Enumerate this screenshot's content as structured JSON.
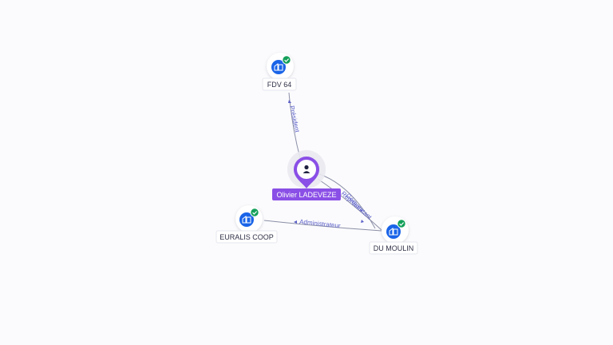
{
  "graph": {
    "colors": {
      "company_icon": "#1a64e8",
      "check_badge": "#14a05a",
      "person_pin": "#8a4fe6",
      "person_label_bg": "#8a4fe6",
      "edge_label": "#5b5fc7"
    },
    "person": {
      "name": "Olivier LADEVEZE",
      "icon": "person-icon"
    },
    "companies": [
      {
        "id": "fdv64",
        "name": "FDV 64",
        "icon": "building-icon",
        "verified": true
      },
      {
        "id": "euralis",
        "name": "EURALIS COOP",
        "icon": "building-icon",
        "verified": true
      },
      {
        "id": "dumoulin",
        "name": "DU MOULIN",
        "icon": "building-icon",
        "verified": true
      }
    ],
    "relations": [
      {
        "from": "person",
        "to": "fdv64",
        "label": "Président"
      },
      {
        "from": "dumoulin",
        "to": "euralis",
        "label": "Administrateur"
      },
      {
        "from": "person",
        "to": "dumoulin",
        "label": "Gérant"
      },
      {
        "from": "person",
        "to": "dumoulin",
        "label": "Représentant"
      }
    ]
  }
}
